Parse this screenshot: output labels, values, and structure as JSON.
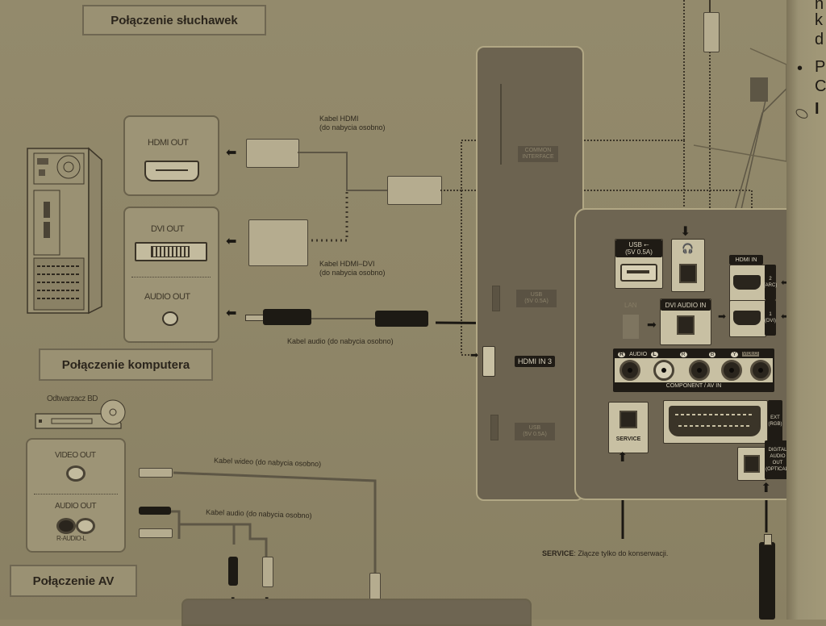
{
  "page": {
    "section_labels": {
      "headphones": "Połączenie słuchawek",
      "computer": "Połączenie komputera",
      "av": "Połączenie AV"
    },
    "computer_ports": {
      "hdmi_out": "HDMI OUT",
      "dvi_out": "DVI OUT",
      "audio_out": "AUDIO OUT"
    },
    "cables": {
      "hdmi": [
        "Kabel HDMI",
        "(do nabycia osobno)"
      ],
      "hdmi_dvi": [
        "Kabel HDMI–DVI",
        "(do nabycia osobno)"
      ],
      "audio_pc": "Kabel audio (do nabycia osobno)",
      "video_av": "Kabel wideo (do nabycia osobno)",
      "audio_av": "Kabel audio (do nabycia osobno)"
    },
    "bd_player": {
      "label": "Odtwarzacz BD",
      "video_out": "VIDEO OUT",
      "audio_out": "AUDIO OUT",
      "audio_channels": "R-AUDIO-L"
    },
    "tv_side_panel": {
      "common_interface": [
        "COMMON",
        "INTERFACE"
      ],
      "usb_top": [
        "USB",
        "(5V 0.5A)"
      ],
      "hdmi_in_3": "HDMI IN 3",
      "usb_bottom": [
        "USB",
        "(5V 0.5A)"
      ]
    },
    "tv_rear_panel": {
      "usb": [
        "USB ⭠",
        "(5V 0.5A)"
      ],
      "headphone_symbol": "🎧",
      "lan": "LAN",
      "dvi_audio_in": "DVI AUDIO IN",
      "hdmi_in": "HDMI IN",
      "hdmi_2": [
        "2",
        "(ARC)"
      ],
      "hdmi_1": [
        "1",
        "(DVI)"
      ],
      "component_header": {
        "r": "R",
        "audio": "AUDIO",
        "l": "L",
        "pr": "R",
        "pb": "B",
        "y": "Y",
        "video": "VIDEO"
      },
      "component_av_in": "COMPONENT / AV IN",
      "ext_rgb": [
        "EXT",
        "(RGB)"
      ],
      "service": "SERVICE",
      "digital_audio_out": [
        "DIGITAL",
        "AUDIO OUT",
        "(OPTICAL)"
      ]
    },
    "service_note": {
      "bold": "SERVICE",
      "text": ": Złącze tylko do konserwacji."
    },
    "edge_text": [
      "n",
      "k",
      "d",
      "•",
      "P",
      "C",
      "I"
    ]
  }
}
